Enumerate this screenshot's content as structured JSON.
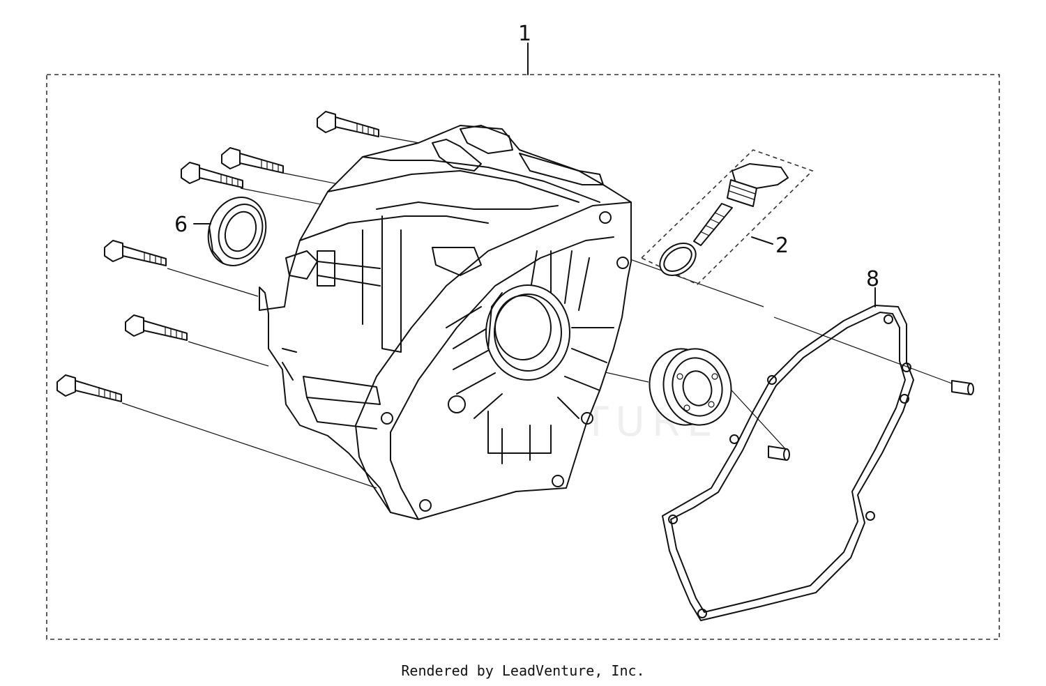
{
  "diagram": {
    "callouts": [
      {
        "id": "1",
        "label": "1"
      },
      {
        "id": "2",
        "label": "2"
      },
      {
        "id": "6",
        "label": "6"
      },
      {
        "id": "8",
        "label": "8"
      }
    ],
    "watermark": "LEADVENTURE"
  },
  "footer": {
    "credit": "Rendered by LeadVenture, Inc."
  }
}
